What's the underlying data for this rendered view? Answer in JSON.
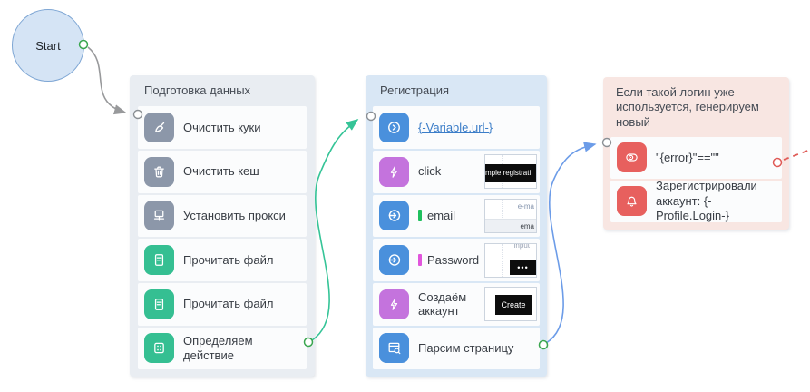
{
  "start": {
    "label": "Start"
  },
  "groups": [
    {
      "title": "Подготовка данных",
      "items": [
        {
          "label": "Очистить куки",
          "icon": "broom-icon"
        },
        {
          "label": "Очистить кеш",
          "icon": "trash-icon"
        },
        {
          "label": "Установить прокси",
          "icon": "network-icon"
        },
        {
          "label": "Прочитать файл",
          "icon": "file-icon"
        },
        {
          "label": "Прочитать файл",
          "icon": "file-icon"
        },
        {
          "label": "Определяем действие",
          "icon": "grid-icon"
        }
      ]
    },
    {
      "title": "Регистрация",
      "items": [
        {
          "label": "{-Variable.url-}",
          "icon": "go-circle-icon"
        },
        {
          "label": "click",
          "icon": "lightning-icon",
          "thumb_bar_text": "mple registrati"
        },
        {
          "label": "email",
          "icon": "sign-in-icon",
          "thumb_line1": "e-ma",
          "thumb_line2": "ema"
        },
        {
          "label": "Password",
          "icon": "sign-in-icon",
          "thumb_line1": "input",
          "thumb_dots": "•••"
        },
        {
          "label": "Создаём аккаунт",
          "icon": "lightning-icon",
          "thumb_button": "Create"
        },
        {
          "label": "Парсим страницу",
          "icon": "browser-search-icon"
        }
      ]
    },
    {
      "title": "Если такой логин уже используется, генерируем новый",
      "items": [
        {
          "label": "\"{error}\"==\"\"",
          "icon": "toggle-eye-icon"
        },
        {
          "label": "Зарегистрировали аккаунт: {-Profile.Login-}",
          "icon": "bell-icon"
        }
      ]
    }
  ],
  "colors": {
    "icon_gray": "#8c97a9",
    "icon_green": "#35bf92",
    "icon_blue": "#4a90dc",
    "icon_purple": "#c473dd",
    "icon_red": "#e7605e",
    "group_prep_bg": "#e9edf2",
    "group_reg_bg": "#d9e7f5",
    "group_cond_bg": "#f8e6e2",
    "row_bg": "#fbfcfd",
    "edge_gray": "#98999b",
    "edge_green": "#35c497",
    "edge_blue": "#6c9ce8",
    "edge_red": "#df5a56",
    "port_green": "#3aa64f",
    "port_gray": "#8a8f94",
    "link_color": "#3b7dc8",
    "start_fill": "#d5e4f5",
    "start_border": "#7ea6d4",
    "email_marker": "#1fc05e",
    "password_marker": "#e156dc"
  }
}
